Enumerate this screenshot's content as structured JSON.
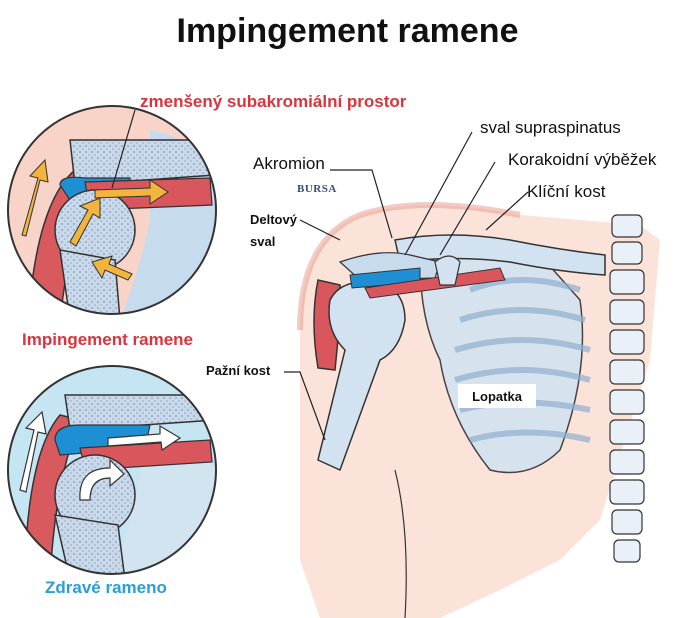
{
  "title": "Impingement ramene",
  "labels": {
    "reduced_space": "zmenšený subakromiální prostor",
    "impingement_caption": "Impingement ramene",
    "healthy_caption": "Zdravé rameno",
    "akromion": "Akromion",
    "bursa": "BURSA",
    "deltoid_line1": "Deltový",
    "deltoid_line2": "sval",
    "humerus": "Pažní kost",
    "supraspinatus": "sval supraspinatus",
    "coracoid": "Korakoidní výběžek",
    "clavicle": "Klíční kost",
    "scapula": "Lopatka"
  },
  "colors": {
    "caption_red": "#d8353c",
    "caption_blue": "#2a9ed8",
    "skin": "#f6c9bd",
    "bone": "#d3e2f0",
    "muscle": "#d9565c",
    "bursa": "#1f8fd4",
    "arrow_orange": "#f2b43d",
    "arrow_white": "#ffffff"
  }
}
